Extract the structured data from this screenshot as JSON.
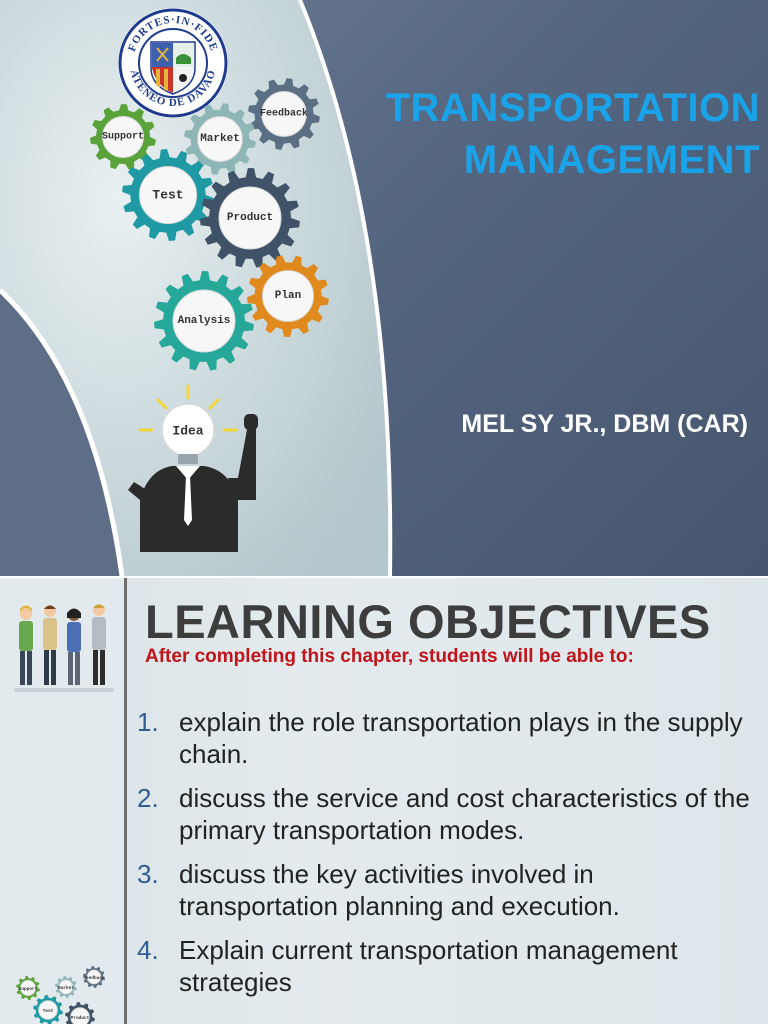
{
  "slide1": {
    "logo": {
      "ring_text": "FORTES·IN·FIDE · ATENEO DE DAVAO",
      "colors": {
        "ring": "#1e3b8f",
        "shield_blue": "#3c5fae",
        "shield_red": "#c8352b",
        "shield_gold": "#e6b43a"
      }
    },
    "gears": [
      {
        "label": "Feedback",
        "color": "#5a6e84"
      },
      {
        "label": "Support",
        "color": "#5aa33a"
      },
      {
        "label": "Market",
        "color": "#8fb6b6"
      },
      {
        "label": "Test",
        "color": "#1f9aa5"
      },
      {
        "label": "Product",
        "color": "#3f5268"
      },
      {
        "label": "Plan",
        "color": "#e08a1e"
      },
      {
        "label": "Analysis",
        "color": "#25a89a"
      }
    ],
    "idea_label": "Idea",
    "title_lines": [
      "TRANSPORTATION",
      "MANAGEMENT"
    ],
    "author": "MEL SY JR., DBM (CAR)",
    "colors": {
      "title": "#1aa3e8",
      "author": "#ffffff"
    }
  },
  "slide2": {
    "title": "LEARNING OBJECTIVES",
    "subtitle": "After completing this chapter, students will be able to:",
    "objectives": [
      {
        "num": "1.",
        "text": "explain the role transportation plays in the supply chain."
      },
      {
        "num": "2.",
        "text": "discuss the service and cost characteristics of the primary transportation modes."
      },
      {
        "num": "3.",
        "text": "discuss the key activities involved in transportation planning and execution."
      },
      {
        "num": "4.",
        "text": "Explain current transportation management strategies"
      }
    ],
    "mini_gears": [
      {
        "label": "Support"
      },
      {
        "label": "Market"
      },
      {
        "label": "Feedback"
      },
      {
        "label": "Test"
      },
      {
        "label": "Product"
      }
    ],
    "colors": {
      "title": "#3d3d3d",
      "subtitle": "#c0141b",
      "number": "#2e5d95"
    }
  }
}
